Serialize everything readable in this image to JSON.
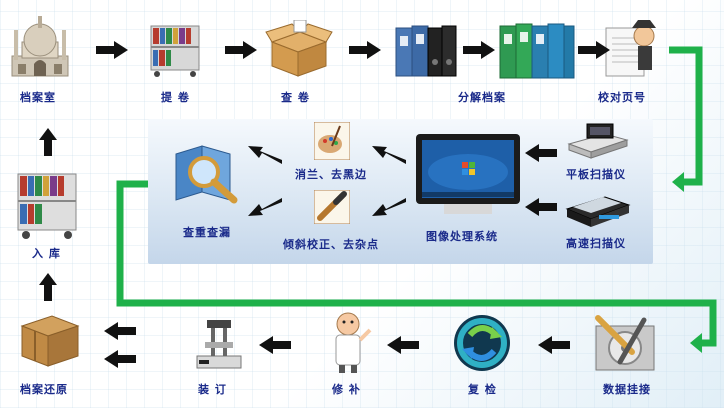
{
  "steps": {
    "archive_room": "档案室",
    "retrieve": "提 卷",
    "check_volume": "查 卷",
    "split_archive": "分解档案",
    "page_check": "校对页号",
    "flatbed_scanner": "平板扫描仪",
    "hs_scanner": "高速扫描仪",
    "image_system": "图像处理系统",
    "remove_speckle": "消兰、去黑边",
    "deskew": "倾斜校正、去杂点",
    "dup_check": "查重查漏",
    "data_mount": "数据挂接",
    "recheck": "复 检",
    "repair": "修 补",
    "binding": "装 订",
    "restore": "档案还原",
    "storage": "入 库"
  },
  "colors": {
    "flow_line": "#1fb14a",
    "arrow": "#111111",
    "label": "#1a2a8a"
  }
}
